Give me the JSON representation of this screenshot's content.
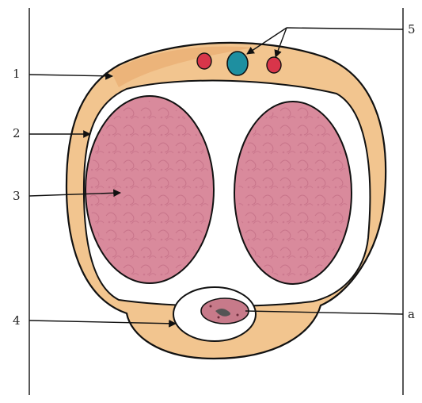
{
  "labels": {
    "l1": "1",
    "l2": "2",
    "l3": "3",
    "l4": "4",
    "l5": "5",
    "la": "a"
  },
  "colors": {
    "tunica_fill": "#f2c58f",
    "tunica_edge": "#e8a66a",
    "cavernosum_fill": "#d98a9c",
    "cavernosum_texture": "#b8607a",
    "urethra_fill": "#c77a8a",
    "dorsal_artery": "#d8354a",
    "dorsal_vein": "#1e8fa0",
    "outline": "#111111"
  },
  "icons": {
    "arrow_head": "arrowhead"
  }
}
